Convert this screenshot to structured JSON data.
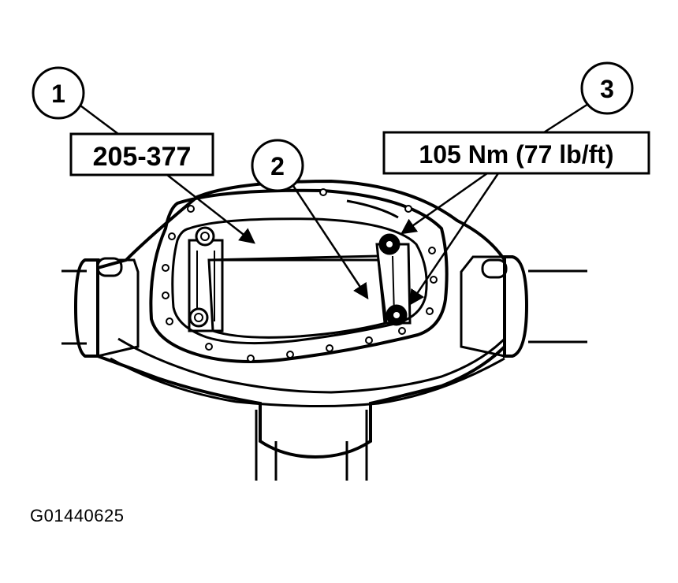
{
  "callouts": [
    {
      "number": "1",
      "label": "205-377"
    },
    {
      "number": "2",
      "label": ""
    },
    {
      "number": "3",
      "label": "105 Nm (77 lb/ft)"
    }
  ],
  "figure_id": "G01440625",
  "colors": {
    "ink": "#000000",
    "background": "#ffffff"
  }
}
